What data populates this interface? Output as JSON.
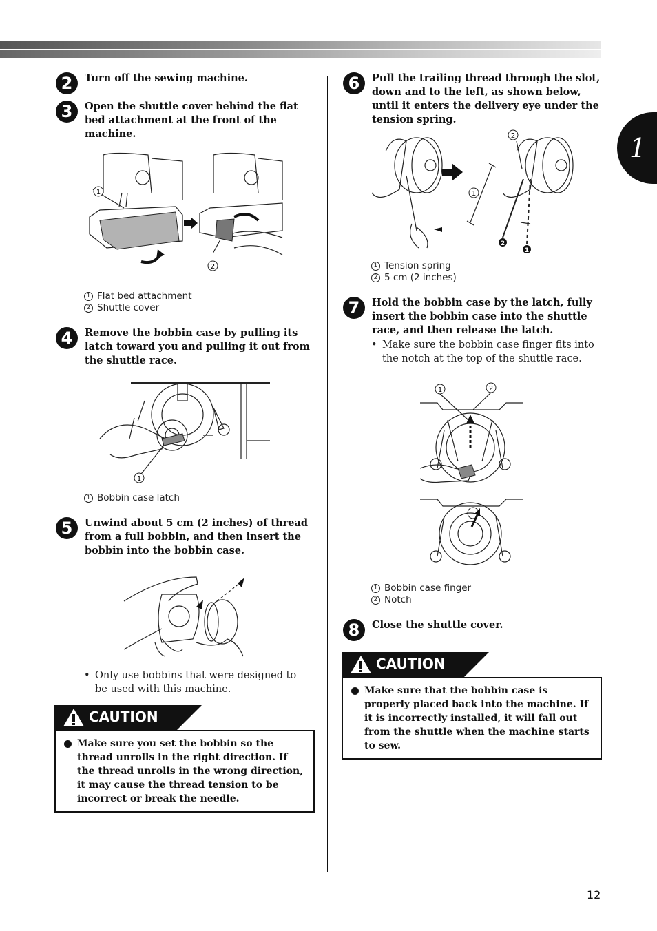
{
  "chapter_tab": "1",
  "page_number": "12",
  "steps": [
    {
      "num": "2",
      "text": "Turn off the sewing machine."
    },
    {
      "num": "3",
      "text": "Open the shuttle cover behind the flat bed attachment at the front of the machine."
    },
    {
      "num": "4",
      "text": "Remove the bobbin case by pulling its latch toward you and pulling it out from the shuttle race."
    },
    {
      "num": "5",
      "text": "Unwind about 5 cm (2 inches) of thread from a full bobbin, and then insert the bobbin into the bobbin case."
    },
    {
      "num": "6",
      "text": "Pull the trailing thread through the slot, down and to the left, as shown below, until it enters the delivery eye under the tension spring."
    },
    {
      "num": "7",
      "text": "Hold the bobbin case by the latch, fully insert the bobbin case into the shuttle race, and then release the latch."
    },
    {
      "num": "8",
      "text": "Close the shuttle cover."
    }
  ],
  "legends": {
    "step3": [
      {
        "n": "1",
        "text": "Flat bed attachment"
      },
      {
        "n": "2",
        "text": "Shuttle cover"
      }
    ],
    "step4": [
      {
        "n": "1",
        "text": "Bobbin case latch"
      }
    ],
    "step6": [
      {
        "n": "1",
        "text": "Tension spring"
      },
      {
        "n": "2",
        "text": "5 cm (2 inches)"
      }
    ],
    "step7": [
      {
        "n": "1",
        "text": "Bobbin case finger"
      },
      {
        "n": "2",
        "text": "Notch"
      }
    ]
  },
  "figure_labels": {
    "circled_1": "1",
    "circled_2": "2",
    "filled_1": "1",
    "filled_2": "2"
  },
  "notes": {
    "step5": "Only use bobbins that were designed to be used with this machine.",
    "step7": "Make sure the bobbin case finger fits into the notch at the top of the shuttle race.",
    "bullet": "•"
  },
  "cautions": [
    {
      "label": "CAUTION",
      "text": "Make sure you set the bobbin so the thread unrolls in the right direction. If the thread unrolls in the wrong direction, it may cause the thread tension to be incorrect or break the needle."
    },
    {
      "label": "CAUTION",
      "text": "Make sure that the bobbin case is properly placed back into the machine. If it is incorrectly installed, it will fall out from the shuttle when the machine starts to sew."
    }
  ],
  "colors": {
    "ink": "#111111",
    "cover_gray": "#b3b3b3"
  },
  "icons": [
    "warning-triangle-icon",
    "arrow-right-icon",
    "bullet-dot-icon"
  ]
}
